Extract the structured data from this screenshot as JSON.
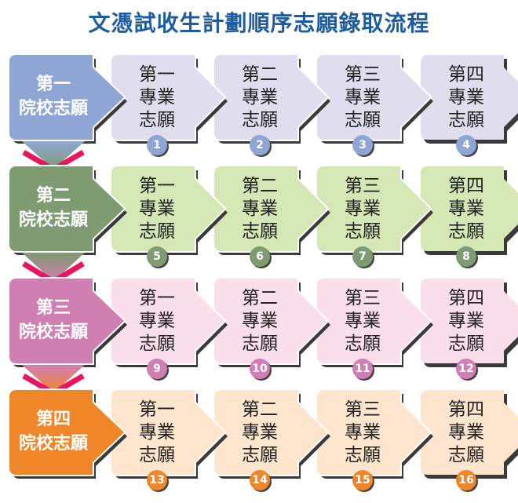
{
  "title": "文憑試收生計劃順序志願錄取流程",
  "rows": [
    {
      "head": [
        "第一",
        "院校志願"
      ],
      "head_color": "#8fa6d4",
      "sub_color": "#e0deee",
      "badges": [
        "1",
        "2",
        "3",
        "4"
      ]
    },
    {
      "head": [
        "第二",
        "院校志願"
      ],
      "head_color": "#7e9b72",
      "sub_color": "#d4e7b5",
      "badges": [
        "5",
        "6",
        "7",
        "8"
      ]
    },
    {
      "head": [
        "第三",
        "院校志願"
      ],
      "head_color": "#d07fb3",
      "sub_color": "#fbdeeb",
      "badges": [
        "9",
        "10",
        "11",
        "12"
      ]
    },
    {
      "head": [
        "第四",
        "院校志願"
      ],
      "head_color": "#f0862a",
      "sub_color": "#fde6cd",
      "badges": [
        "13",
        "14",
        "15",
        "16"
      ]
    }
  ],
  "columns": [
    [
      "第一",
      "專業",
      "志願"
    ],
    [
      "第二",
      "專業",
      "志願"
    ],
    [
      "第三",
      "專業",
      "志願"
    ],
    [
      "第四",
      "專業",
      "志願"
    ]
  ],
  "connector_color": "#e8175d"
}
